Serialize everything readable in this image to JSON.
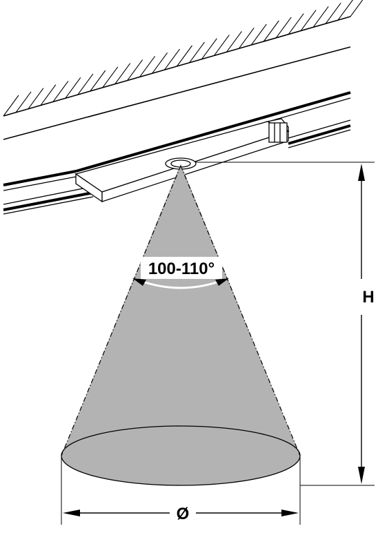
{
  "labels": {
    "angle": "100-110°",
    "height": "H",
    "diameter": "Ø"
  },
  "colors": {
    "line": "#000000",
    "beam_fill": "#b3b3b3",
    "background": "#ffffff"
  }
}
